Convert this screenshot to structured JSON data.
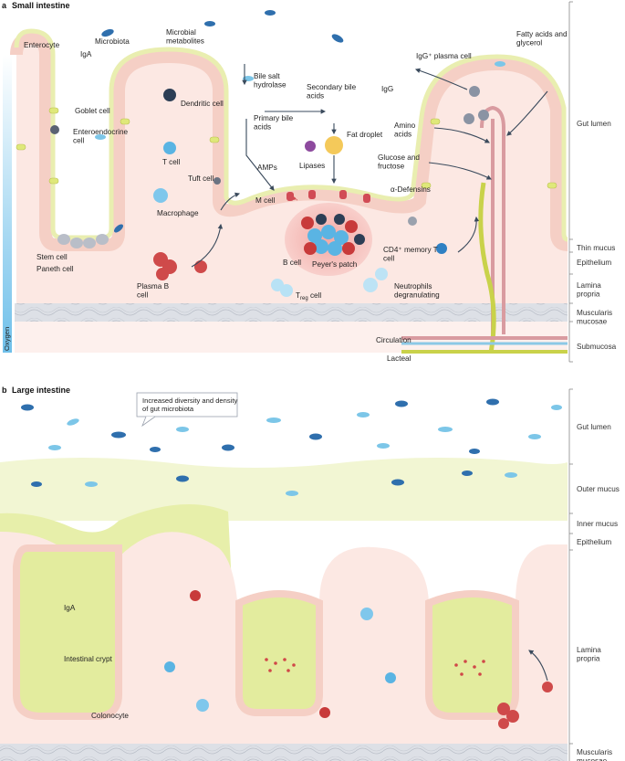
{
  "panel_a": {
    "letter": "a",
    "title": "Small intestine",
    "labels": {
      "enterocyte": "Enterocyte",
      "microbiota": "Microbiota",
      "microbial_metabolites": "Microbial metabolites",
      "iga": "IgA",
      "goblet_cell": "Goblet cell",
      "enteroendocrine_cell": "Enteroendocrine cell",
      "dendritic_cell": "Dendritic cell",
      "t_cell": "T cell",
      "tuft_cell": "Tuft cell",
      "macrophage": "Macrophage",
      "stem_cell": "Stem cell",
      "paneth_cell": "Paneth cell",
      "plasma_b_cell": "Plasma B cell",
      "bile_salt_hydrolase": "Bile salt hydrolase",
      "primary_bile_acids": "Primary bile acids",
      "secondary_bile_acids": "Secondary bile acids",
      "fat_droplet": "Fat droplet",
      "lipases": "Lipases",
      "amps": "AMPs",
      "m_cell": "M cell",
      "b_cell": "B cell",
      "peyers_patch": "Peyer's patch",
      "treg_cell": "T",
      "treg_sub": "reg",
      "treg_suffix": " cell",
      "igg_plasma_cell": "IgG⁺ plasma cell",
      "igg": "IgG",
      "fatty_acids": "Fatty acids and glycerol",
      "amino_acids": "Amino acids",
      "glucose": "Glucose and fructose",
      "defensins": "α-Defensins",
      "cd4_memory": "CD4⁺ memory T cell",
      "neutrophils": "Neutrophils degranulating",
      "circulation": "Circulation",
      "lacteal": "Lacteal",
      "oxygen": "Oxygen"
    },
    "side_labels": {
      "gut_lumen": "Gut lumen",
      "thin_mucus": "Thin mucus",
      "epithelium": "Epithelium",
      "lamina_propria": "Lamina propria",
      "muscularis_mucosae": "Muscularis mucosae",
      "submucosa": "Submucosa"
    }
  },
  "panel_b": {
    "letter": "b",
    "title": "Large intestine",
    "labels": {
      "callout": "Increased diversity and density of gut microbiota",
      "iga": "IgA",
      "intestinal_crypt": "Intestinal crypt",
      "colonocyte": "Colonocyte"
    },
    "side_labels": {
      "gut_lumen": "Gut lumen",
      "outer_mucus": "Outer mucus",
      "inner_mucus": "Inner mucus",
      "epithelium": "Epithelium",
      "lamina_propria": "Lamina propria",
      "muscularis_mucosae": "Muscularis mucosae"
    }
  },
  "colors": {
    "tissue": "#fbe5e0",
    "epithelium": "#f7d5cd",
    "mucus": "#eaf1b8",
    "outer_mucus": "#f1f5cf",
    "muscle": "#d7dbe2",
    "bacteria_dark": "#2f6fad",
    "bacteria_light": "#7cc6e8",
    "red_cell": "#c83a3a"
  }
}
